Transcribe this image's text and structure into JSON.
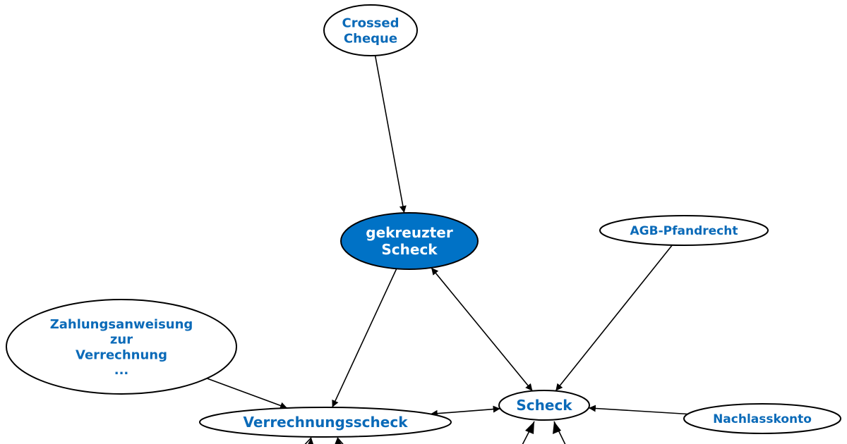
{
  "colors": {
    "accent": "#0072c6",
    "label": "#0a6ab8",
    "background": "#ffffff",
    "edge": "#000000"
  },
  "nodes": [
    {
      "id": "crossed-cheque",
      "lines": [
        "Crossed",
        "Cheque"
      ],
      "highlight": false
    },
    {
      "id": "gekreuzter-scheck",
      "lines": [
        "gekreuzter",
        "Scheck"
      ],
      "highlight": true
    },
    {
      "id": "agb-pfandrecht",
      "lines": [
        "AGB-Pfandrecht"
      ],
      "highlight": false
    },
    {
      "id": "zahlungsanweisung",
      "lines": [
        "Zahlungsanweisung",
        "zur",
        "Verrechnung",
        "..."
      ],
      "highlight": false
    },
    {
      "id": "scheck",
      "lines": [
        "Scheck"
      ],
      "highlight": false
    },
    {
      "id": "verrechnungsscheck",
      "lines": [
        "Verrechnungsscheck"
      ],
      "highlight": false
    },
    {
      "id": "nachlasskonto",
      "lines": [
        "Nachlasskonto"
      ],
      "highlight": false
    }
  ],
  "edges": [
    {
      "from": "crossed-cheque",
      "to": "gekreuzter-scheck",
      "direction": "forward"
    },
    {
      "from": "gekreuzter-scheck",
      "to": "verrechnungsscheck",
      "direction": "forward"
    },
    {
      "from": "gekreuzter-scheck",
      "to": "scheck",
      "direction": "both"
    },
    {
      "from": "agb-pfandrecht",
      "to": "scheck",
      "direction": "forward"
    },
    {
      "from": "zahlungsanweisung",
      "to": "verrechnungsscheck",
      "direction": "forward"
    },
    {
      "from": "verrechnungsscheck",
      "to": "scheck",
      "direction": "both"
    },
    {
      "from": "nachlasskonto",
      "to": "scheck",
      "direction": "forward"
    }
  ]
}
